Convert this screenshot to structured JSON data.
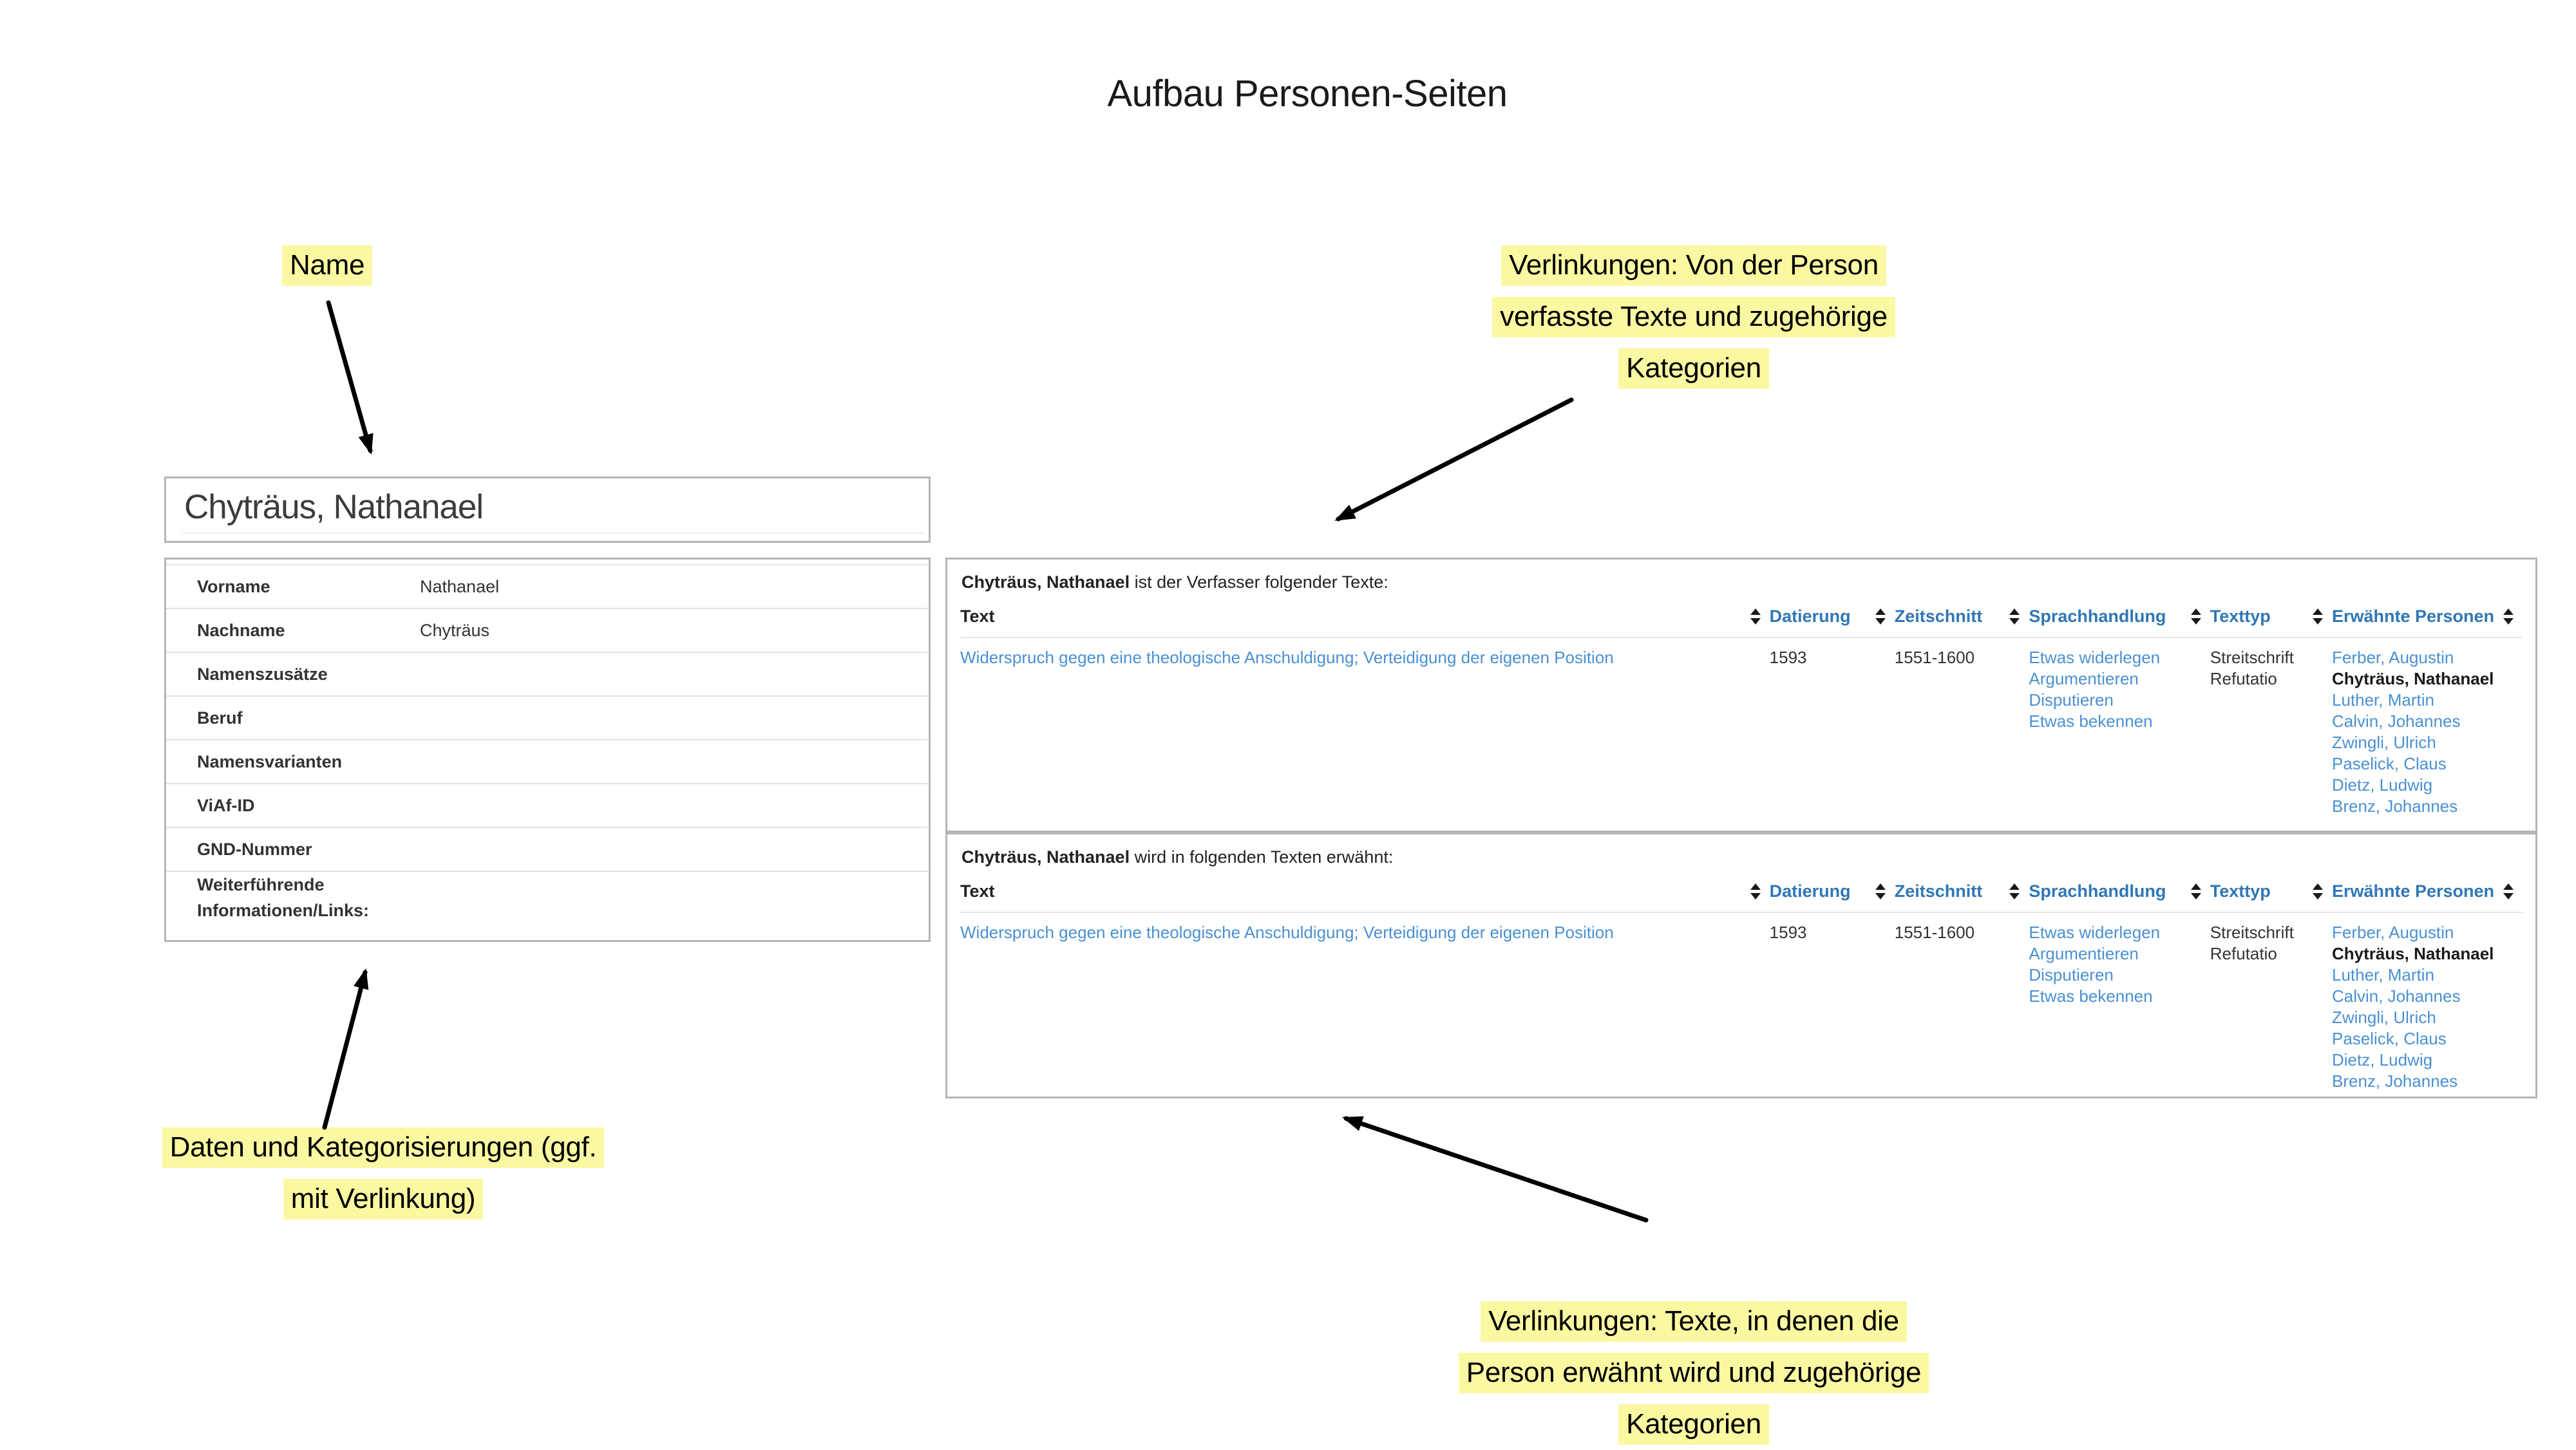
{
  "title": "Aufbau Personen-Seiten",
  "annotations": {
    "name_label": "Name",
    "authored_lines": [
      "Verlinkungen: Von der Person",
      "verfasste Texte und zugehörige",
      "Kategorien"
    ],
    "data_lines": [
      "Daten und Kategorisierungen (ggf.",
      "mit Verlinkung)"
    ],
    "mentioned_lines": [
      "Verlinkungen: Texte, in denen die",
      "Person erwähnt wird und zugehörige",
      "Kategorien"
    ]
  },
  "person": {
    "heading": "Chyträus, Nathanael",
    "fields": [
      {
        "label": "Vorname",
        "value": "Nathanael"
      },
      {
        "label": "Nachname",
        "value": "Chyträus"
      },
      {
        "label": "Namenszusätze",
        "value": ""
      },
      {
        "label": "Beruf",
        "value": ""
      },
      {
        "label": "Namensvarianten",
        "value": ""
      },
      {
        "label": "ViAf-ID",
        "value": ""
      },
      {
        "label": "GND-Nummer",
        "value": ""
      },
      {
        "label": "Weiterführende Informationen/Links:",
        "value": ""
      }
    ]
  },
  "authored_table": {
    "caption_bold": "Chyträus, Nathanael",
    "caption_rest": " ist der Verfasser folgender Texte:",
    "headers": [
      "Text",
      "Datierung",
      "Zeitschnitt",
      "Sprachhandlung",
      "Texttyp",
      "Erwähnte Personen"
    ],
    "row": {
      "text": "Widerspruch gegen eine theologische Anschuldigung; Verteidigung der eigenen Position",
      "datierung": "1593",
      "zeitschnitt": "1551-1600",
      "sprachhandlung": [
        "Etwas widerlegen",
        "Argumentieren",
        "Disputieren",
        "Etwas bekennen"
      ],
      "texttyp": [
        "Streitschrift",
        "Refutatio"
      ],
      "personen": [
        {
          "text": "Ferber, Augustin",
          "bold": false
        },
        {
          "text": "Chyträus, Nathanael",
          "bold": true
        },
        {
          "text": "Luther, Martin",
          "bold": false
        },
        {
          "text": "Calvin, Johannes",
          "bold": false
        },
        {
          "text": "Zwingli, Ulrich",
          "bold": false
        },
        {
          "text": "Paselick, Claus",
          "bold": false
        },
        {
          "text": "Dietz, Ludwig",
          "bold": false
        },
        {
          "text": "Brenz, Johannes",
          "bold": false
        }
      ]
    }
  },
  "mentioned_table": {
    "caption_bold": "Chyträus, Nathanael",
    "caption_rest": " wird in folgenden Texten erwähnt:",
    "headers": [
      "Text",
      "Datierung",
      "Zeitschnitt",
      "Sprachhandlung",
      "Texttyp",
      "Erwähnte Personen"
    ],
    "row": {
      "text": "Widerspruch gegen eine theologische Anschuldigung; Verteidigung der eigenen Position",
      "datierung": "1593",
      "zeitschnitt": "1551-1600",
      "sprachhandlung": [
        "Etwas widerlegen",
        "Argumentieren",
        "Disputieren",
        "Etwas bekennen"
      ],
      "texttyp": [
        "Streitschrift",
        "Refutatio"
      ],
      "personen": [
        {
          "text": "Ferber, Augustin",
          "bold": false
        },
        {
          "text": "Chyträus, Nathanael",
          "bold": true
        },
        {
          "text": "Luther, Martin",
          "bold": false
        },
        {
          "text": "Calvin, Johannes",
          "bold": false
        },
        {
          "text": "Zwingli, Ulrich",
          "bold": false
        },
        {
          "text": "Paselick, Claus",
          "bold": false
        },
        {
          "text": "Dietz, Ludwig",
          "bold": false
        },
        {
          "text": "Brenz, Johannes",
          "bold": false
        }
      ]
    }
  },
  "colors": {
    "highlight_yellow": "#fbf8a2",
    "header_blue": "#3077b5",
    "link_blue": "#4a90d2",
    "border_gray": "#b5b5b5"
  }
}
